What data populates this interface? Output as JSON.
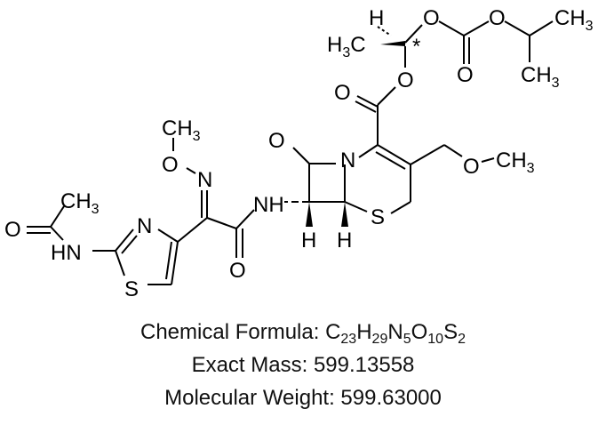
{
  "structure": {
    "atom_labels": {
      "h_stereo": "H",
      "h3c_left": "H3C",
      "star": "*",
      "o_ether1": "O",
      "o_carbonate_top": "O",
      "ch3_iso_top": "CH3",
      "ch3_iso_bottom": "CH3",
      "o_carbonate_dbl": "O",
      "o_ester_dbl": "O",
      "o_ester": "O",
      "o_methoxy_oxime": "O",
      "ch3_oxime": "CH3",
      "n_oxime": "N",
      "o_lactam": "O",
      "n_lactam": "N",
      "o_methoxymethyl": "O",
      "ch3_methoxymethyl": "CH3",
      "ch3_acetyl": "CH3",
      "o_acetyl": "O",
      "hn_acetyl": "HN",
      "n_thiazole": "N",
      "s_thiazole": "S",
      "nh_amide": "NH",
      "o_amide": "O",
      "h_c7": "H",
      "h_c6": "H",
      "s_ring": "S"
    }
  },
  "caption": {
    "formula_label": "Chemical Formula: ",
    "formula_parts": [
      {
        "el": "C",
        "n": "23"
      },
      {
        "el": "H",
        "n": "29"
      },
      {
        "el": "N",
        "n": "5"
      },
      {
        "el": "O",
        "n": "10"
      },
      {
        "el": "S",
        "n": "2"
      }
    ],
    "exact_mass": "Exact Mass: 599.13558",
    "molecular_weight": "Molecular Weight: 599.63000"
  }
}
